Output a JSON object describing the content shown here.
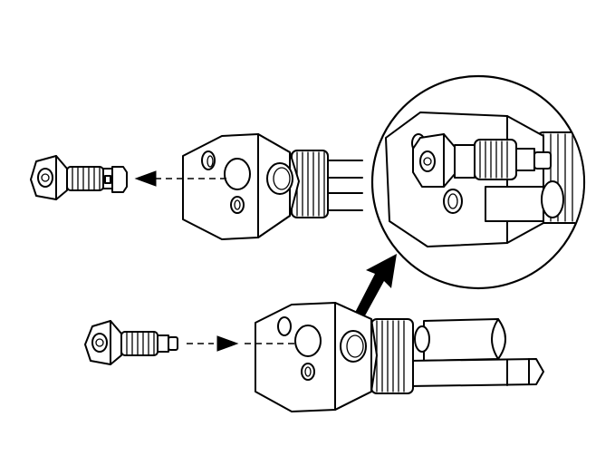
{
  "figure": {
    "parts": [
      {
        "name": "removed-fitting"
      },
      {
        "name": "upper-valve-block"
      },
      {
        "name": "inserted-fitting"
      },
      {
        "name": "lower-valve-block"
      },
      {
        "name": "detail-magnifier"
      }
    ],
    "colors": {
      "ink": "#000000",
      "paper": "#ffffff"
    }
  }
}
